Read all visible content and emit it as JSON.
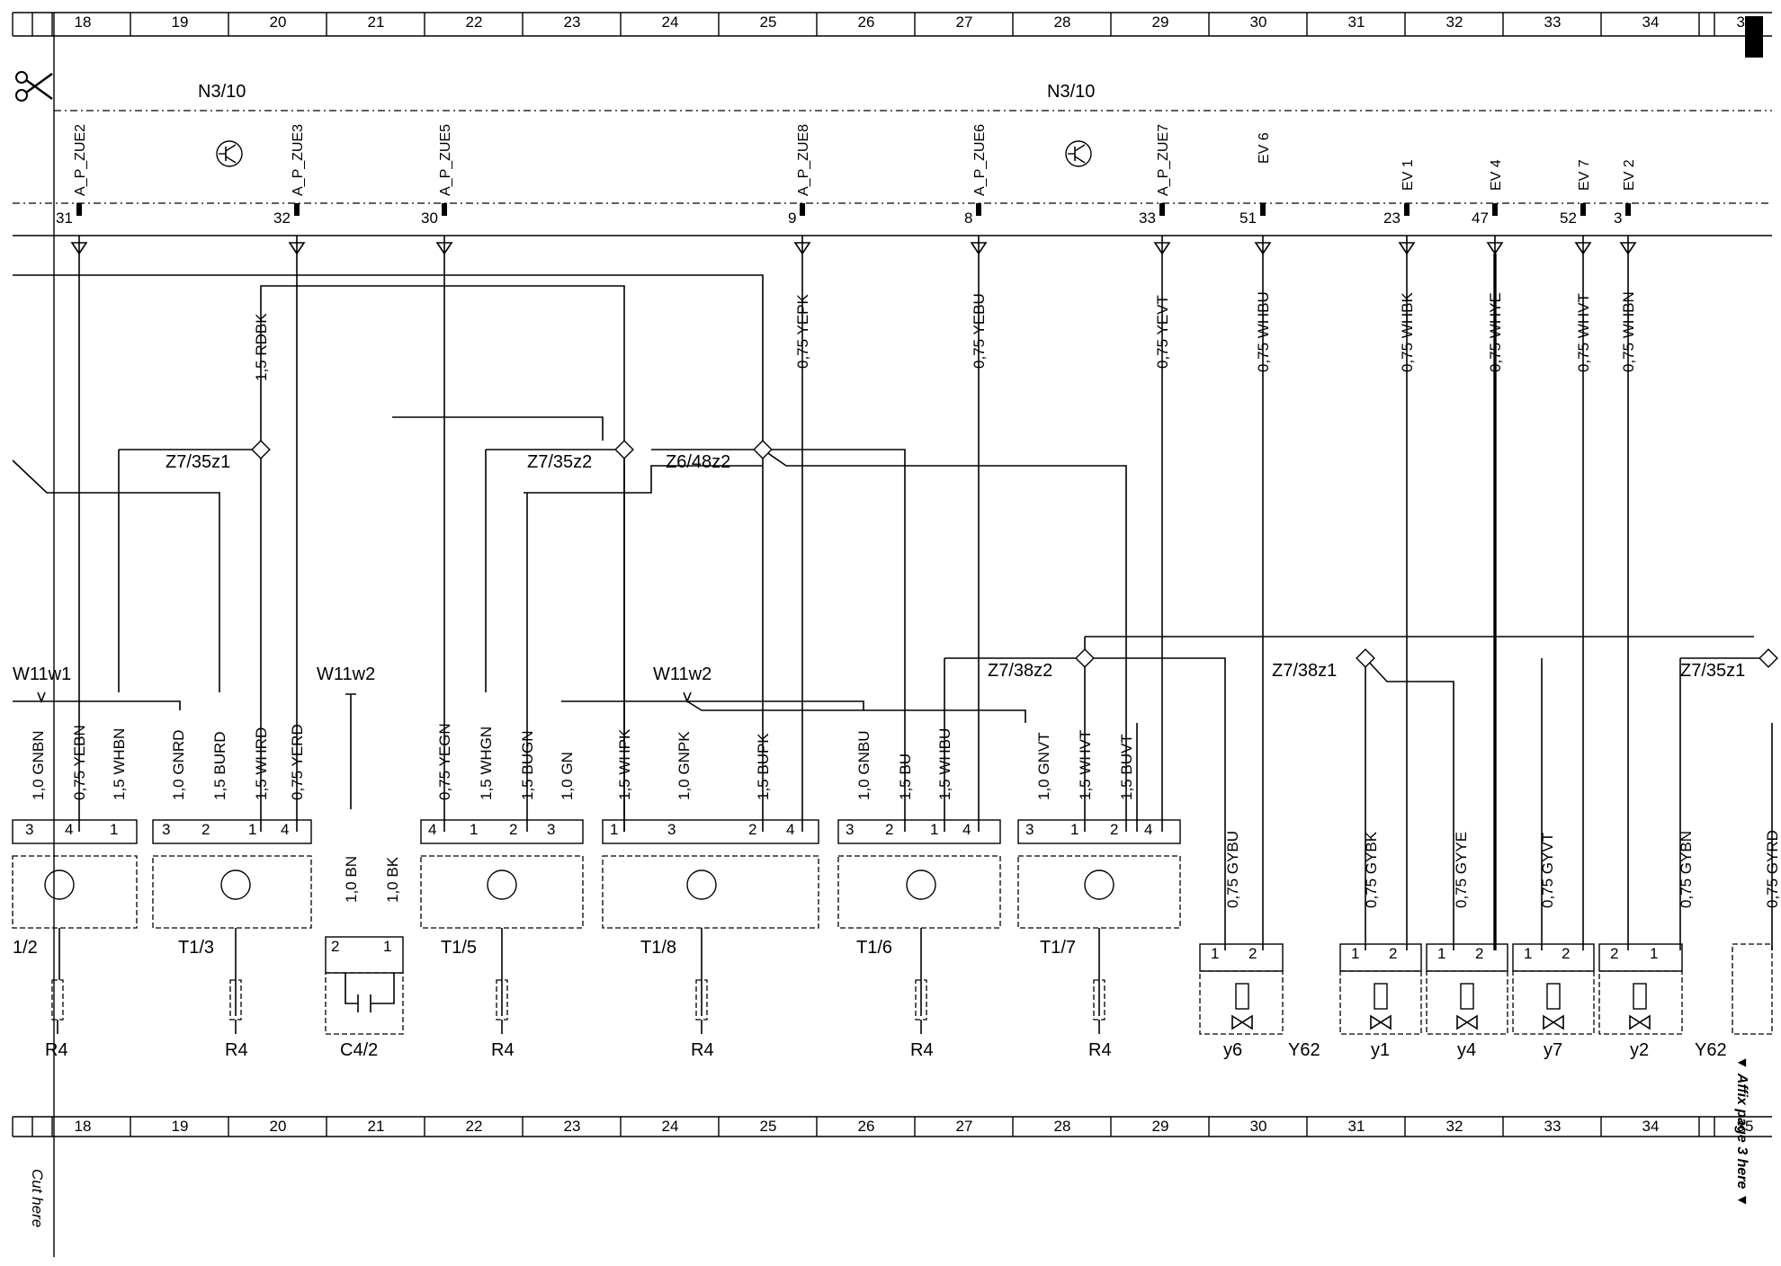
{
  "grid_numbers": [
    "18",
    "19",
    "20",
    "21",
    "22",
    "23",
    "24",
    "25",
    "26",
    "27",
    "28",
    "29",
    "30",
    "31",
    "32",
    "33",
    "34",
    "35"
  ],
  "cut_here": "Cut here",
  "affix_note": "▼ Affix page 3 here ▼",
  "module_labels": {
    "left": "N3/10",
    "right": "N3/10"
  },
  "signals": [
    {
      "name": "A_P_ZUE2",
      "pin": "31"
    },
    {
      "name": "A_P_ZUE3",
      "pin": "32"
    },
    {
      "name": "A_P_ZUE5",
      "pin": "30"
    },
    {
      "name": "A_P_ZUE8",
      "pin": "9"
    },
    {
      "name": "A_P_ZUE6",
      "pin": "8"
    },
    {
      "name": "A_P_ZUE7",
      "pin": "33"
    },
    {
      "name": "EV 6",
      "pin": "51"
    },
    {
      "name": "EV 1",
      "pin": "23"
    },
    {
      "name": "EV 4",
      "pin": "47"
    },
    {
      "name": "EV 7",
      "pin": "52"
    },
    {
      "name": "EV 2",
      "pin": "3"
    }
  ],
  "upper_wires": [
    "1,5 RDBK",
    "0,75 YEPK",
    "0,75 YEBU",
    "0,75 YEVT",
    "0,75 WHBU",
    "0,75 WHBK",
    "0,75 WHYE",
    "0,75 WHVT",
    "0,75 WHBN"
  ],
  "splices": [
    "Z7/35z1",
    "Z7/35z2",
    "Z6/48z2",
    "Z7/38z2",
    "Z7/38z1",
    "Z7/35z1"
  ],
  "shield_labels": [
    "W11w1",
    "W11w2",
    "W11w2"
  ],
  "lower_wires": [
    "1,0 GNBN",
    "0,75 YEBN",
    "1,5 WHBN",
    "1,0 GNRD",
    "1,5 BURD",
    "1,5 WHRD",
    "0,75 YERD",
    "1,0 BN",
    "1,0 BK",
    "0,75 YEGN",
    "1,5 WHGN",
    "1,5 BUGN",
    "1,0 GN",
    "1,5 WHPK",
    "1,0 GNPK",
    "1,5 BUPK",
    "1,0 GNBU",
    "1,5 BU",
    "1,5 WHBU",
    "1,0 GNVT",
    "1,5 WHVT",
    "1,5 BUVT",
    "0,75 GYBU",
    "0,75 GYBK",
    "0,75 GYYE",
    "0,75 GYVT",
    "0,75 GYBN",
    "0,75 GYRD"
  ],
  "components": {
    "coils": [
      "1/2",
      "T1/3",
      "T1/5",
      "T1/8",
      "T1/6",
      "T1/7"
    ],
    "capacitor": "C4/2",
    "resistor": "R4",
    "valves": [
      "y6",
      "y1",
      "y4",
      "y7",
      "y2"
    ],
    "valve_block": "Y62"
  },
  "coil_pins": [
    [
      "3",
      "4",
      "1"
    ],
    [
      "3",
      "2",
      "1",
      "4"
    ],
    [
      "4",
      "1",
      "2",
      "3"
    ],
    [
      "1",
      "3",
      "2",
      "4"
    ],
    [
      "3",
      "2",
      "1",
      "4"
    ],
    [
      "3",
      "1",
      "2",
      "4"
    ]
  ],
  "cap_pins": [
    "2",
    "1"
  ],
  "valve_pins": [
    [
      "1",
      "2"
    ],
    [
      "1",
      "2"
    ],
    [
      "1",
      "2"
    ],
    [
      "1",
      "2"
    ],
    [
      "2",
      "1"
    ]
  ]
}
